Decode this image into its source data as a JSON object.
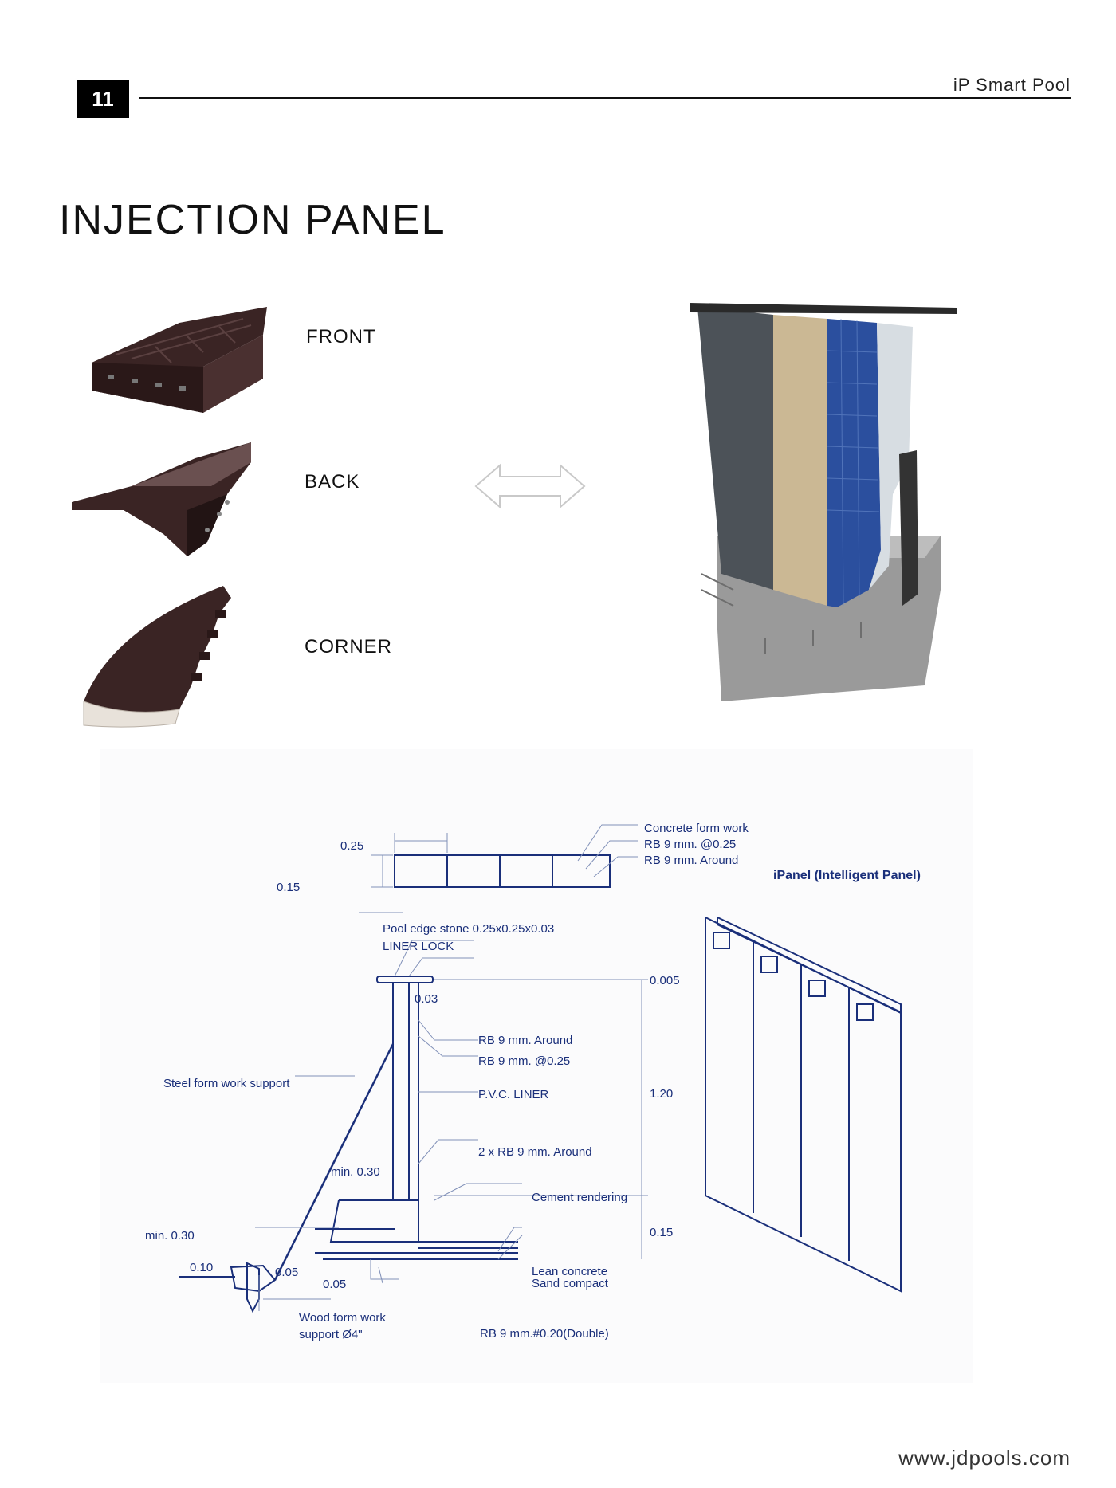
{
  "header": {
    "page_number": "11",
    "brand": "iP Smart Pool"
  },
  "title": "INJECTION PANEL",
  "panels": [
    {
      "label": "FRONT"
    },
    {
      "label": "BACK"
    },
    {
      "label": "CORNER"
    }
  ],
  "drawing": {
    "top_section": {
      "dim_width": "0.25",
      "dim_height": "0.15",
      "callouts": [
        "Concrete form work",
        "RB 9 mm. @0.25",
        "RB 9 mm. Around"
      ]
    },
    "ipanel_title": "iPanel (Intelligent Panel)",
    "section_callouts": {
      "edge_stone": "Pool edge stone 0.25x0.25x0.03",
      "liner_lock": "LINER LOCK",
      "rb_around": "RB 9 mm. Around",
      "rb_spacing": "RB 9 mm. @0.25",
      "pvc_liner": "P.V.C. LINER",
      "rb_double_around": "2 x RB 9 mm. Around",
      "cement": "Cement rendering",
      "lean_concrete": "Lean concrete",
      "sand": "Sand compact",
      "rb_double": "RB 9 mm.#0.20(Double)",
      "steel_support": "Steel form work support",
      "wood_support_1": "Wood  form work",
      "wood_support_2": "support Ø4\""
    },
    "dimensions": {
      "d005": "0.005",
      "d003": "0.03",
      "d120": "1.20",
      "d015": "0.15",
      "min030_inner": "min. 0.30",
      "min030_outer": "min. 0.30",
      "d010": "0.10",
      "d005b": "0.05",
      "d005c": "0.05"
    }
  },
  "footer": {
    "url": "www.jdpools.com"
  },
  "colors": {
    "drawing_blue": "#1a2f7a",
    "panel_brown": "#3a2424",
    "tile_blue": "#2b4f9e"
  }
}
